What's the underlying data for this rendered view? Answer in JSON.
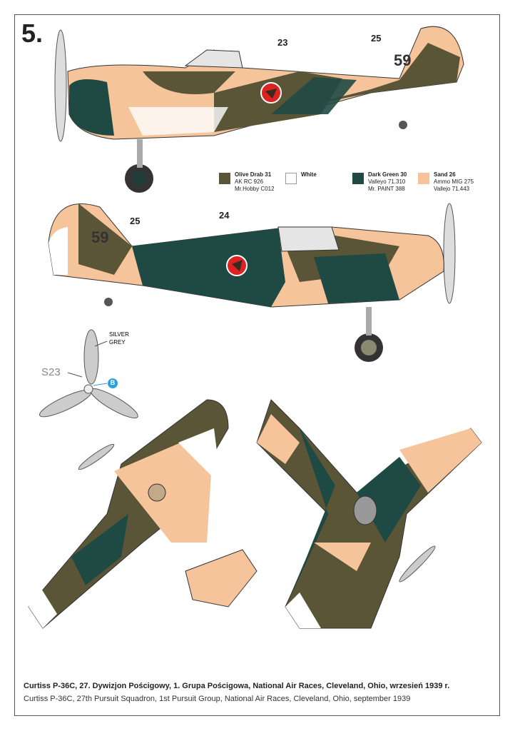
{
  "sheet": {
    "number": "5."
  },
  "colors": {
    "olive": "#5b5538",
    "white": "#ffffff",
    "dark_green": "#1f4a44",
    "sand": "#f6c49a"
  },
  "legend": [
    {
      "name": "Olive Drab 31",
      "line1": "AK RC 926",
      "line2": "Mr.Hobby C012",
      "color": "#5b5538"
    },
    {
      "name": "White",
      "line1": "",
      "line2": "",
      "color": "#ffffff"
    },
    {
      "name": "Dark Green 30",
      "line1": "Valleyo 71.310",
      "line2": "Mr. PAINT 388",
      "color": "#1f4a44"
    },
    {
      "name": "Sand 26",
      "line1": "Ammo MIG 275",
      "line2": "Vallejo 71.443",
      "color": "#f6c49a"
    }
  ],
  "callouts": {
    "decal_23": "23",
    "decal_25a": "25",
    "decal_24": "24",
    "decal_25b": "25",
    "tail_code": "59",
    "prop_part": "S23",
    "prop_color_1": "SILVER",
    "prop_color_2": "GREY",
    "marker_b": "B"
  },
  "caption": {
    "polish": "Curtiss P-36C, 27. Dywizjon Pościgowy, 1. Grupa Pościgowa, National Air Races, Cleveland, Ohio, wrzesień 1939 r.",
    "english": "Curtiss P-36C, 27th Pursuit Squadron, 1st Pursuit Group, National Air Races, Cleveland, Ohio, september 1939"
  }
}
